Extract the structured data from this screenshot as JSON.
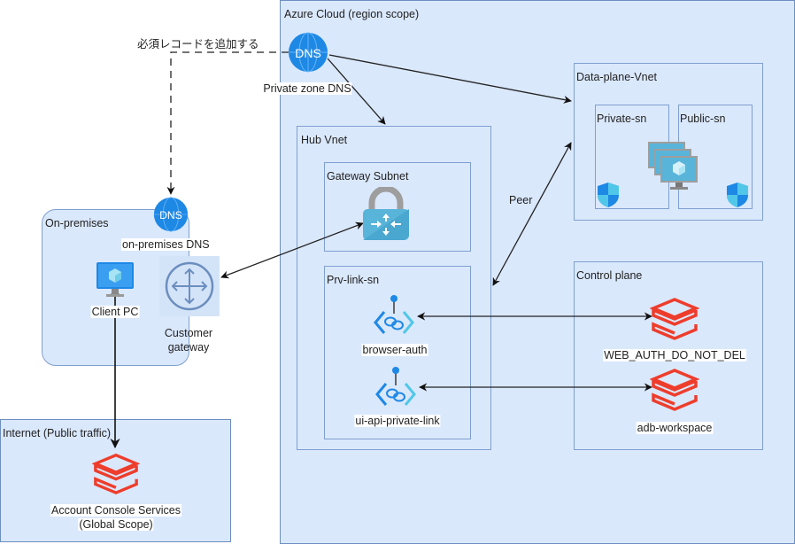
{
  "regions": {
    "azure_cloud": "Azure Cloud (region scope)",
    "hub_vnet": "Hub Vnet",
    "gateway_subnet": "Gateway Subnet",
    "prv_link_sn": "Prv-link-sn",
    "data_plane_vnet": "Data-plane-Vnet",
    "private_sn": "Private-sn",
    "public_sn": "Public-sn",
    "control_plane": "Control plane",
    "on_premises": "On-premises",
    "internet": "Internet (Public traffic)"
  },
  "nodes": {
    "private_zone_dns": "Private zone DNS",
    "on_premises_dns": "on-premises DNS",
    "client_pc": "Client PC",
    "customer_gateway_line1": "Customer",
    "customer_gateway_line2": "gateway",
    "browser_auth": "browser-auth",
    "ui_api_private_link": "ui-api-private-link",
    "web_auth_workspace": "WEB_AUTH_DO_NOT_DEL",
    "adb_workspace": "adb-workspace",
    "account_console_line1": "Account Console Services",
    "account_console_line2": "(Global Scope)",
    "dns_badge": "DNS"
  },
  "edges": {
    "add_record_label": "必須レコードを追加する",
    "peer_label": "Peer"
  },
  "colors": {
    "region_fill": "#dae8fc",
    "region_border": "#6c8ebf",
    "dns_blue": "#1e88e5",
    "databricks_red": "#ee3d2c",
    "azure_cyan": "#50c7e8"
  }
}
